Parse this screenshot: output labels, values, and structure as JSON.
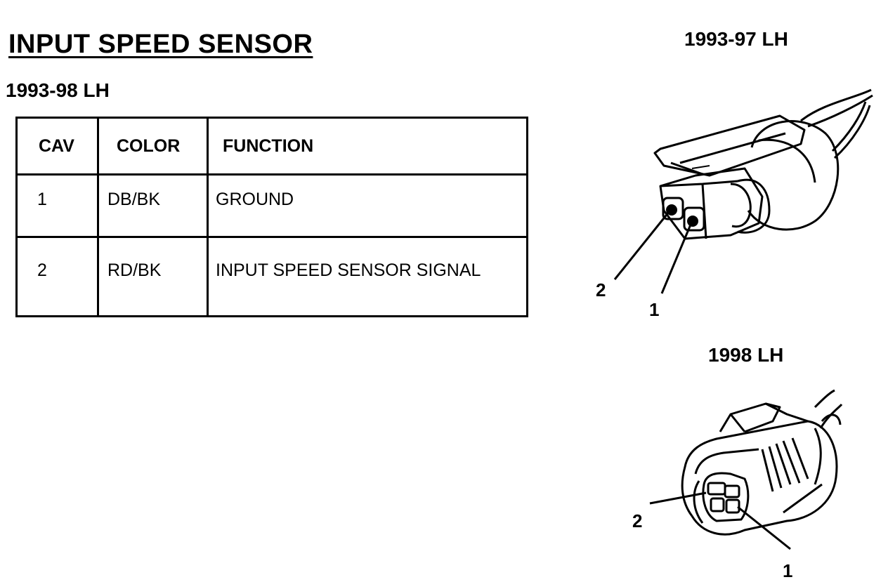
{
  "page": {
    "title": "INPUT SPEED SENSOR",
    "subtitle": "1993-98 LH"
  },
  "table": {
    "headers": {
      "cav": "CAV",
      "color": "COLOR",
      "function": "FUNCTION"
    },
    "rows": [
      {
        "cav": "1",
        "color": "DB/BK",
        "function": "GROUND"
      },
      {
        "cav": "2",
        "color": "RD/BK",
        "function": "INPUT SPEED SENSOR SIGNAL"
      }
    ]
  },
  "diagrams": {
    "top": {
      "label": "1993-97 LH",
      "pin_a": "2",
      "pin_b": "1"
    },
    "bottom": {
      "label": "1998 LH",
      "pin_a": "2",
      "pin_b": "1"
    }
  }
}
